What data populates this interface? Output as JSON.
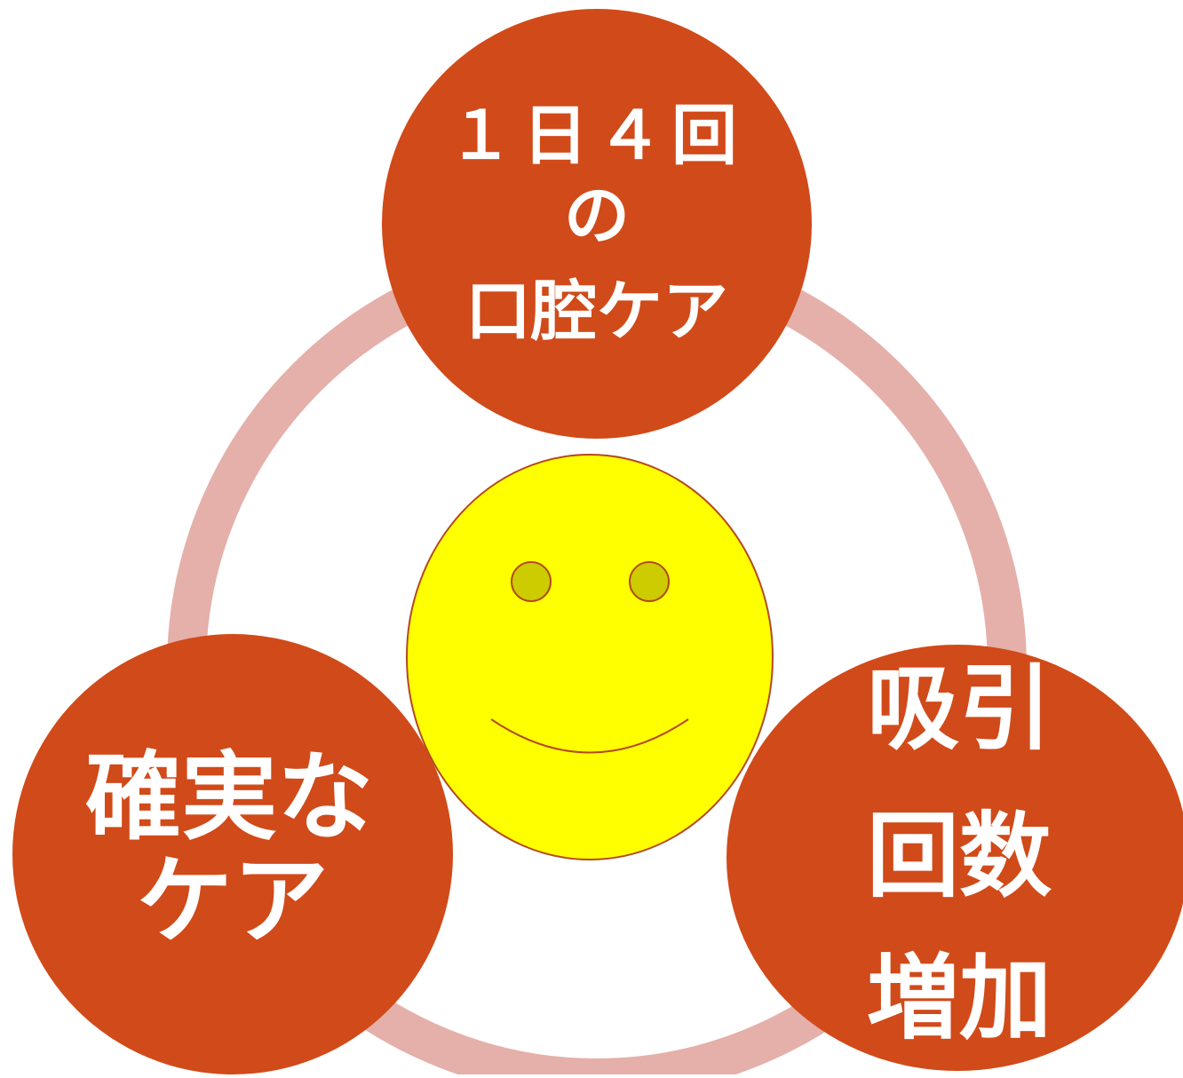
{
  "diagram": {
    "nodes": [
      {
        "id": "top",
        "lines": [
          "１日４回",
          "の",
          "口腔ケア"
        ]
      },
      {
        "id": "left",
        "lines": [
          "確実な",
          "ケア"
        ]
      },
      {
        "id": "right",
        "lines": [
          "吸引",
          "回数",
          "増加"
        ]
      }
    ],
    "center_icon": "smiley-face-icon"
  },
  "colors": {
    "node_fill": "#d14a19",
    "ring": "#e5b0aa",
    "face_fill": "#ffff00",
    "face_stroke": "#b24a1c",
    "eye_fill": "#cccc00",
    "text": "#ffffff"
  }
}
